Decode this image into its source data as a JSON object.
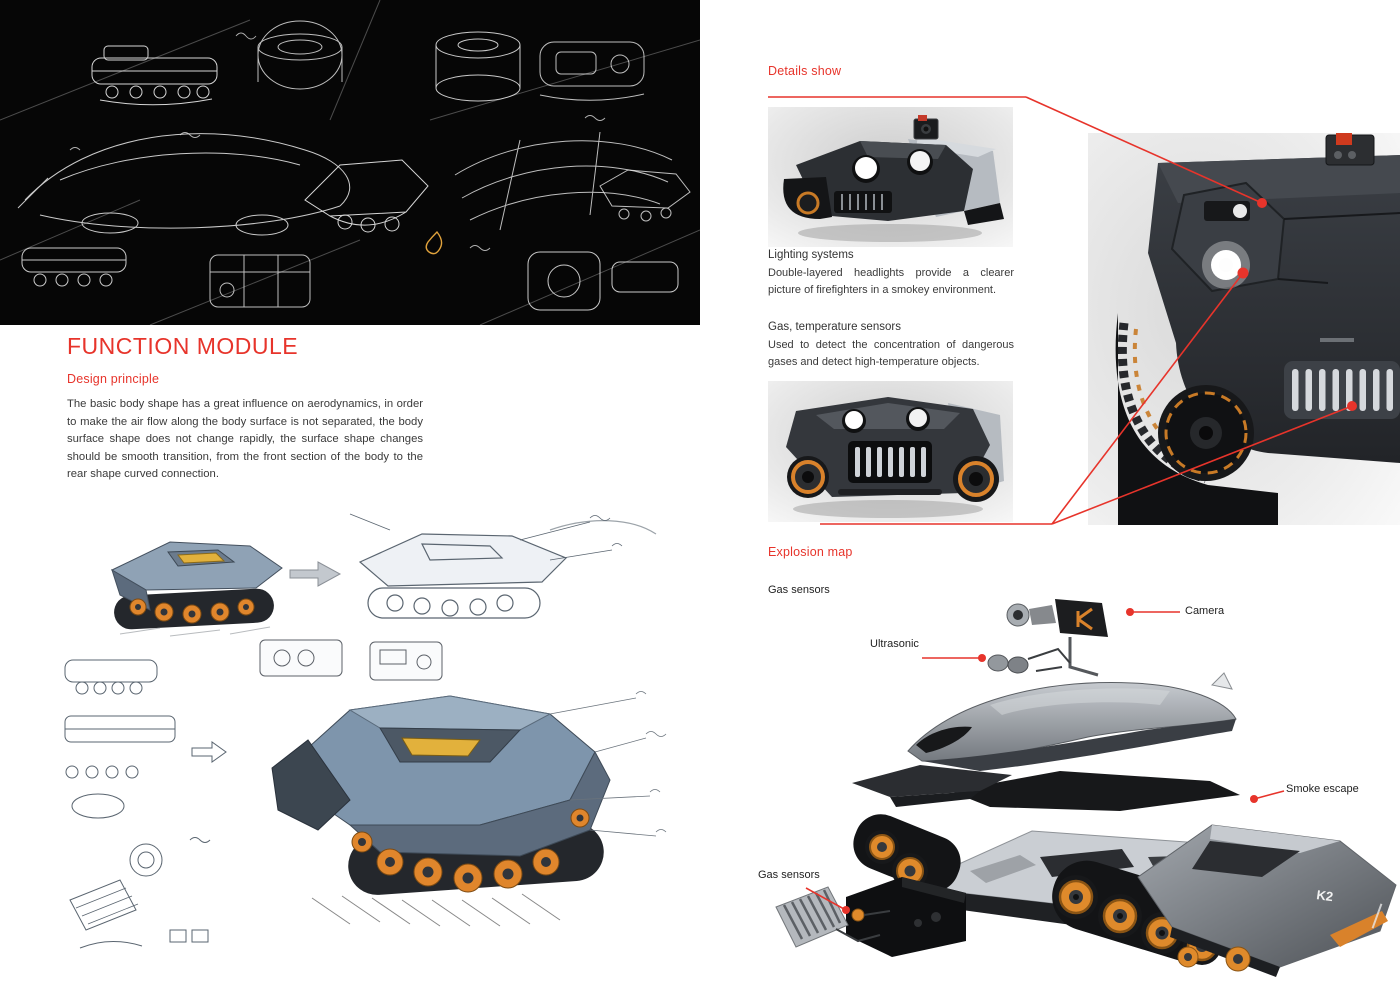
{
  "page": {
    "background": "#ffffff",
    "accent_red": "#e7342b",
    "orange": "#df8a2b"
  },
  "left": {
    "title": "FUNCTION MODULE",
    "subtitle": "Design principle",
    "paragraph": "The basic body shape has a great influence on aerodynamics, in order to make the air flow along the body surface is not separated, the body surface shape does not change rapidly, the surface shape changes should be smooth transition, from the front section of the body to the rear shape curved connection."
  },
  "details": {
    "heading": "Details show",
    "lighting_title": "Lighting systems",
    "lighting_body": "Double-layered headlights provide a clearer picture of firefighters in a smokey environment.",
    "sensor_title": "Gas, temperature sensors",
    "sensor_body": "Used to detect the concentration of dangerous gases and detect high-temperature objects."
  },
  "explosion": {
    "heading": "Explosion map",
    "gas_sensors_top_label": "Gas sensors",
    "camera_label": "Camera",
    "ultrasonic_label": "Ultrasonic",
    "smoke_escape_label": "Smoke escape",
    "gas_sensors_bottom_label": "Gas sensors",
    "vehicle_marking": "K2"
  },
  "figures": {
    "sketch_panel": "black-ink-concept-sketches",
    "left_sketches": "colored-vehicle-sketches",
    "render_front_top": "robot-front-render-lighting",
    "render_front_grille": "robot-front-render-sensors",
    "render_side_closeup": "robot-side-closeup-render",
    "render_exploded": "exploded-view-render"
  }
}
